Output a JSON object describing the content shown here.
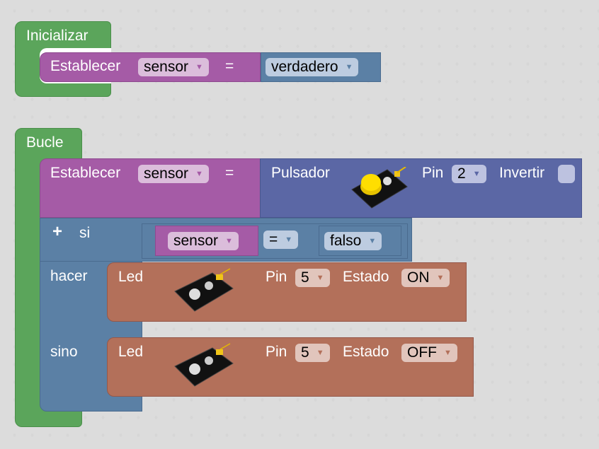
{
  "init_block": {
    "label": "Inicializar",
    "set": {
      "label": "Establecer",
      "variable": "sensor",
      "equals": "=",
      "value": "verdadero"
    }
  },
  "loop_block": {
    "label": "Bucle",
    "set": {
      "label": "Establecer",
      "variable": "sensor",
      "equals": "=",
      "button": {
        "label": "Pulsador",
        "pin_label": "Pin",
        "pin": "2",
        "invert_label": "Invertir",
        "invert_checked": false
      }
    },
    "if_block": {
      "mutator": "+",
      "if_label": "si",
      "condition": {
        "left": "sensor",
        "operator": "=",
        "right": "falso"
      },
      "do_label": "hacer",
      "do": {
        "label": "Led",
        "pin_label": "Pin",
        "pin": "5",
        "state_label": "Estado",
        "state": "ON"
      },
      "else_label": "sino",
      "else": {
        "label": "Led",
        "pin_label": "Pin",
        "pin": "5",
        "state_label": "Estado",
        "state": "OFF"
      }
    }
  },
  "colors": {
    "event": "#5ba55b",
    "variable": "#a55ba6",
    "logic": "#5b80a5",
    "input": "#5b67a5",
    "output": "#b3705a"
  }
}
